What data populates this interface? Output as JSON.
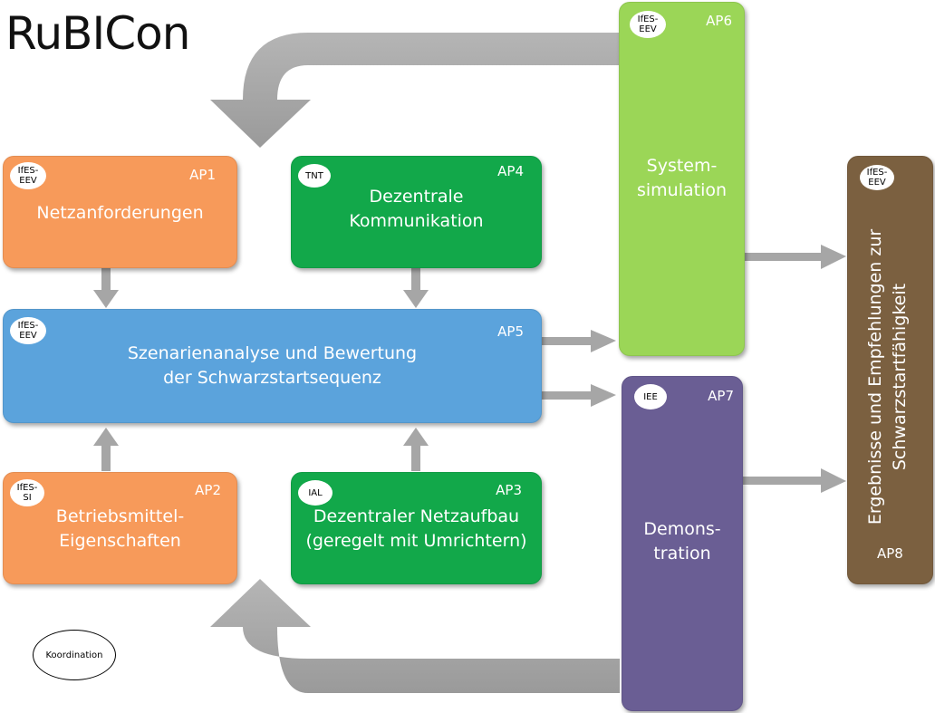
{
  "title": "RuBICon",
  "boxes": {
    "ap1": {
      "ap": "AP1",
      "badge": [
        "IfES-",
        "EEV"
      ],
      "lines": [
        "Netzanforderungen"
      ],
      "color": "#F79A5A"
    },
    "ap2": {
      "ap": "AP2",
      "badge": [
        "IfES-",
        "SI"
      ],
      "lines": [
        "Betriebsmittel-",
        "Eigenschaften"
      ],
      "color": "#F79A5A"
    },
    "ap3": {
      "ap": "AP3",
      "badge": [
        "IAL"
      ],
      "lines": [
        "Dezentraler Netzaufbau",
        "(geregelt mit Umrichtern)"
      ],
      "color": "#12A84A"
    },
    "ap4": {
      "ap": "AP4",
      "badge": [
        "TNT"
      ],
      "lines": [
        "Dezentrale",
        "Kommunikation"
      ],
      "color": "#12A84A"
    },
    "ap5": {
      "ap": "AP5",
      "badge": [
        "IfES-",
        "EEV"
      ],
      "lines": [
        "Szenarienanalyse und Bewertung",
        "der Schwarzstartsequenz"
      ],
      "color": "#5BA3DC"
    },
    "ap6": {
      "ap": "AP6",
      "badge": [
        "IfES-",
        "EEV"
      ],
      "lines": [
        "System-",
        "simulation"
      ],
      "color": "#9BD657"
    },
    "ap7": {
      "ap": "AP7",
      "badge": [
        "IEE"
      ],
      "lines": [
        "Demons-",
        "tration"
      ],
      "color": "#6A5E94"
    },
    "ap8": {
      "ap": "AP8",
      "badge": [
        "IfES-",
        "EEV"
      ],
      "lines": [
        "Ergebnisse und Empfehlungen zur",
        "Schwarzstartfähigkeit"
      ],
      "color": "#7B6040"
    }
  },
  "koordination": "Koordination",
  "arrow_color": "#A6A6A6"
}
